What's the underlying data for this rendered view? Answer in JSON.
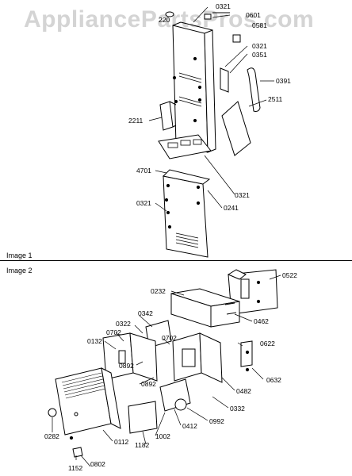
{
  "watermark": "AppliancePartsPros.com",
  "image1": {
    "title": "Image 1",
    "labels": [
      "220",
      "0321",
      "0601",
      "0581",
      "0321",
      "0351",
      "0391",
      "2511",
      "2211",
      "4701",
      "0321",
      "0321",
      "0241"
    ]
  },
  "image2": {
    "title": "Image 2",
    "labels": [
      "0232",
      "0522",
      "0462",
      "0342",
      "0322",
      "0702",
      "0132",
      "0702",
      "0892",
      "0892",
      "0622",
      "0632",
      "0482",
      "0332",
      "0992",
      "0412",
      "1002",
      "1182",
      "0112",
      "0282",
      "1152",
      "0802"
    ]
  }
}
